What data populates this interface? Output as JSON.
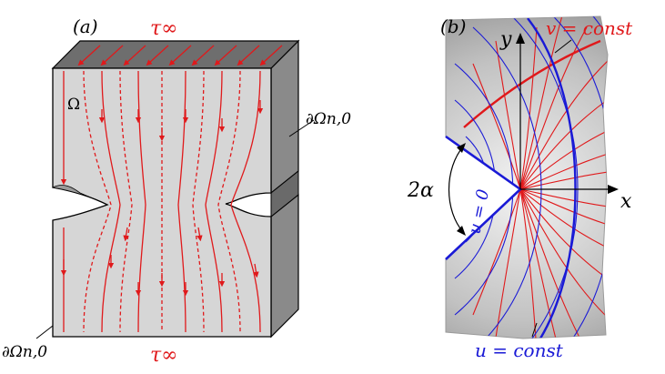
{
  "panel_a": {
    "label": "(a)",
    "tau_top": "τ∞",
    "tau_bottom": "τ∞",
    "omega": "Ω",
    "boundary_right": "∂Ωn,0",
    "boundary_left": "∂Ωn,0"
  },
  "panel_b": {
    "label": "(b)",
    "y_axis": "y",
    "x_axis": "x",
    "v_const": "v = const",
    "u_const": "u = const",
    "u_zero": "u = 0",
    "angle": "2α"
  },
  "colors": {
    "flow_lines": "#e0191b",
    "v_lines": "#e0191b",
    "u_lines": "#1a1ad6",
    "specimen_face": "#d6d6d6",
    "specimen_side": "#8a8a8a",
    "specimen_top": "#6e6e6e"
  }
}
